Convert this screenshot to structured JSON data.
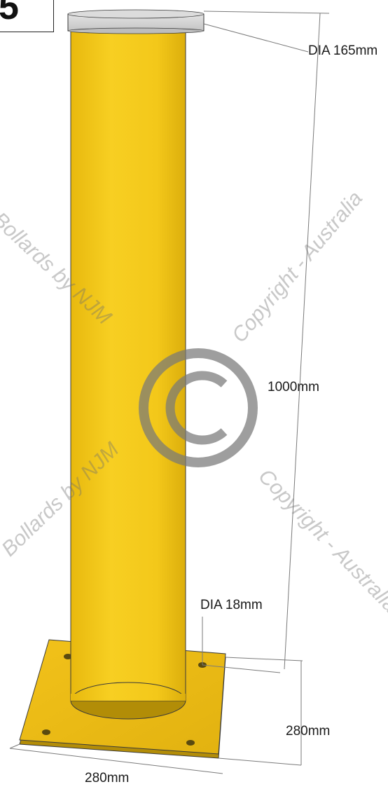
{
  "page_tag": "5",
  "dimensions": {
    "top_diameter": "DIA 165mm",
    "height": "1000mm",
    "hole_diameter": "DIA 18mm",
    "plate_depth": "280mm",
    "plate_width": "280mm"
  },
  "watermark": {
    "text_bollards": "Bollards by NJM",
    "text_copyright": "Copyright - Australia",
    "symbol": "©"
  },
  "colors": {
    "bollard_yellow": "#f2c419",
    "bollard_shadow": "#c9a40f",
    "cap_grey": "#d6d6d6",
    "watermark_grey": "#8a8a8a",
    "outline": "#3a3a3a"
  }
}
